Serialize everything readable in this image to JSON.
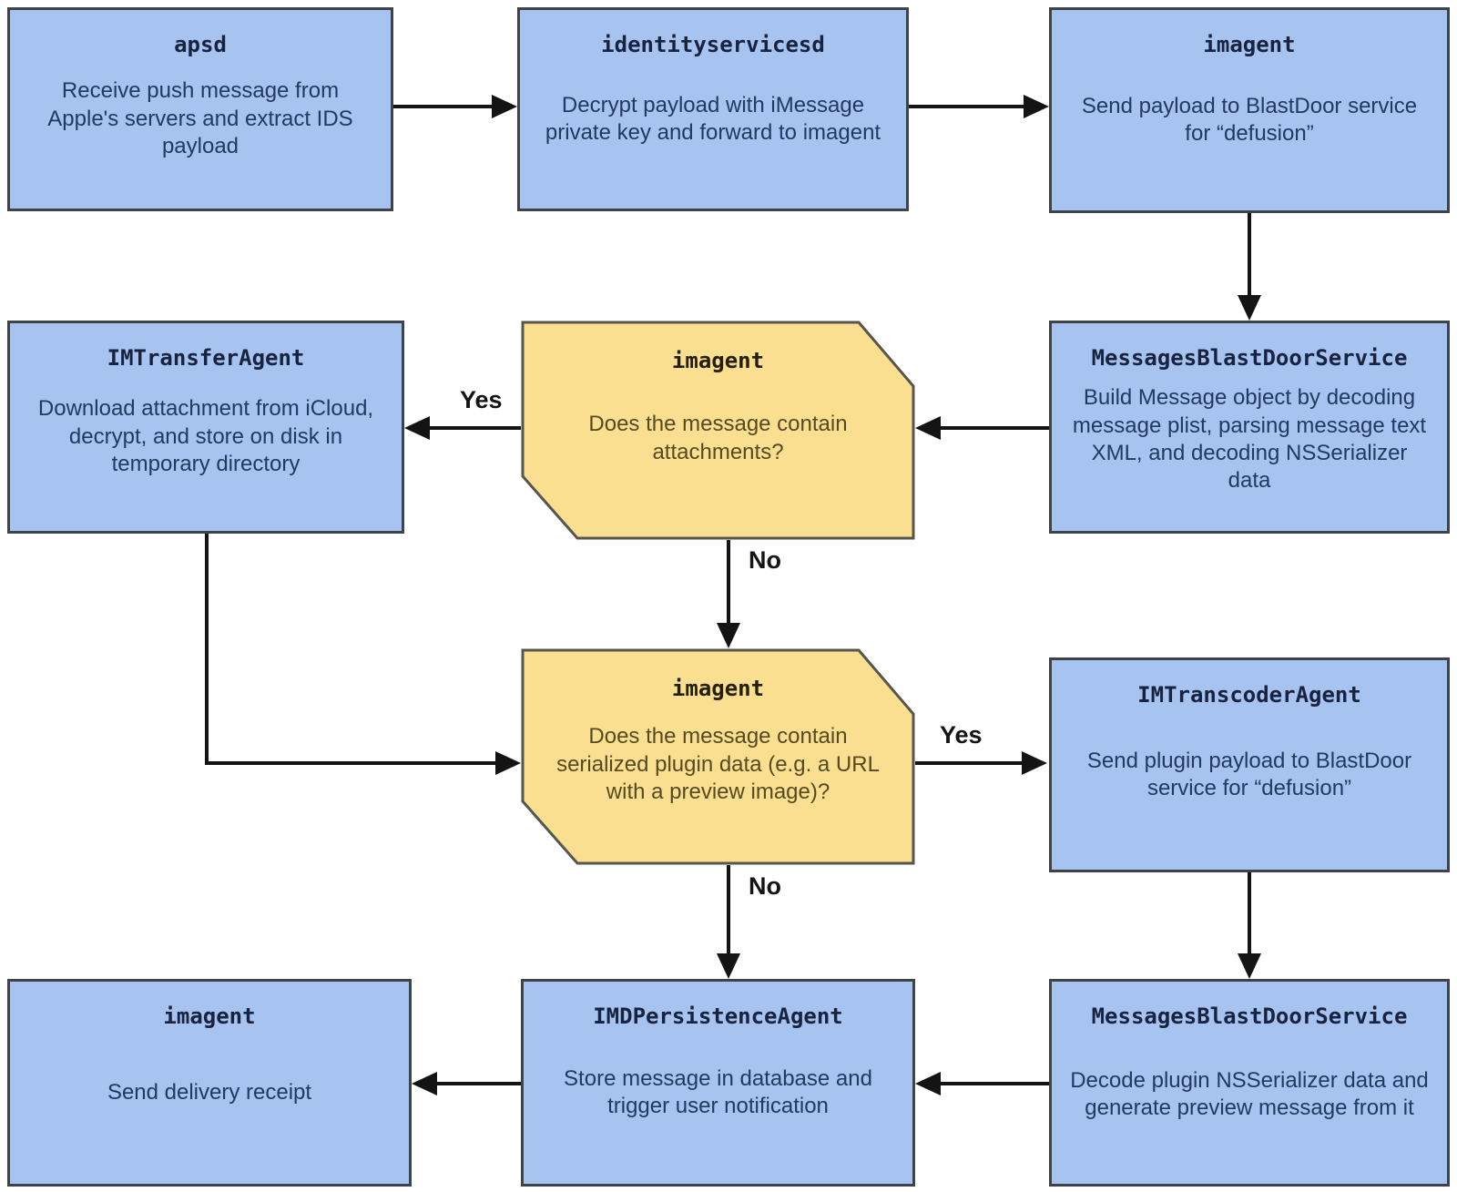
{
  "colors": {
    "process_fill": "#a7c3f0",
    "process_border": "#3e4347",
    "decision_fill": "#fbdf90",
    "decision_border": "#56564c",
    "arrow": "#141414",
    "process_title_text": "#17233f",
    "process_body_text": "#203a60",
    "decision_title_text": "#241f0e",
    "decision_body_text": "#564a20"
  },
  "nodes": {
    "apsd": {
      "title": "apsd",
      "body": "Receive push message from Apple's servers and extract IDS payload"
    },
    "identityservicesd": {
      "title": "identityservicesd",
      "body": "Decrypt payload with iMessage private key and forward to imagent"
    },
    "imagent_top": {
      "title": "imagent",
      "body": "Send payload to BlastDoor service for “defusion”"
    },
    "imtransferagent": {
      "title": "IMTransferAgent",
      "body": "Download attachment from iCloud, decrypt, and store on disk in temporary directory"
    },
    "decision_attachments": {
      "title": "imagent",
      "body": "Does the message contain attachments?"
    },
    "mbds_message": {
      "title": "MessagesBlastDoorService",
      "body": "Build Message object by decoding message plist, parsing message text XML, and decoding NSSerializer data"
    },
    "decision_plugin": {
      "title": "imagent",
      "body": "Does the message contain serialized plugin data (e.g. a URL with a preview image)?"
    },
    "imtranscoderagent": {
      "title": "IMTranscoderAgent",
      "body": "Send plugin payload to BlastDoor service for “defusion”"
    },
    "imagent_receipt": {
      "title": "imagent",
      "body": "Send delivery receipt"
    },
    "imdpersistenceagent": {
      "title": "IMDPersistenceAgent",
      "body": "Store message in database and trigger user notification"
    },
    "mbds_plugin": {
      "title": "MessagesBlastDoorService",
      "body": "Decode plugin NSSerializer data and generate preview message from it"
    }
  },
  "edges": {
    "yes_attachments": {
      "label": "Yes"
    },
    "no_attachments": {
      "label": "No"
    },
    "yes_plugin": {
      "label": "Yes"
    },
    "no_plugin": {
      "label": "No"
    }
  }
}
